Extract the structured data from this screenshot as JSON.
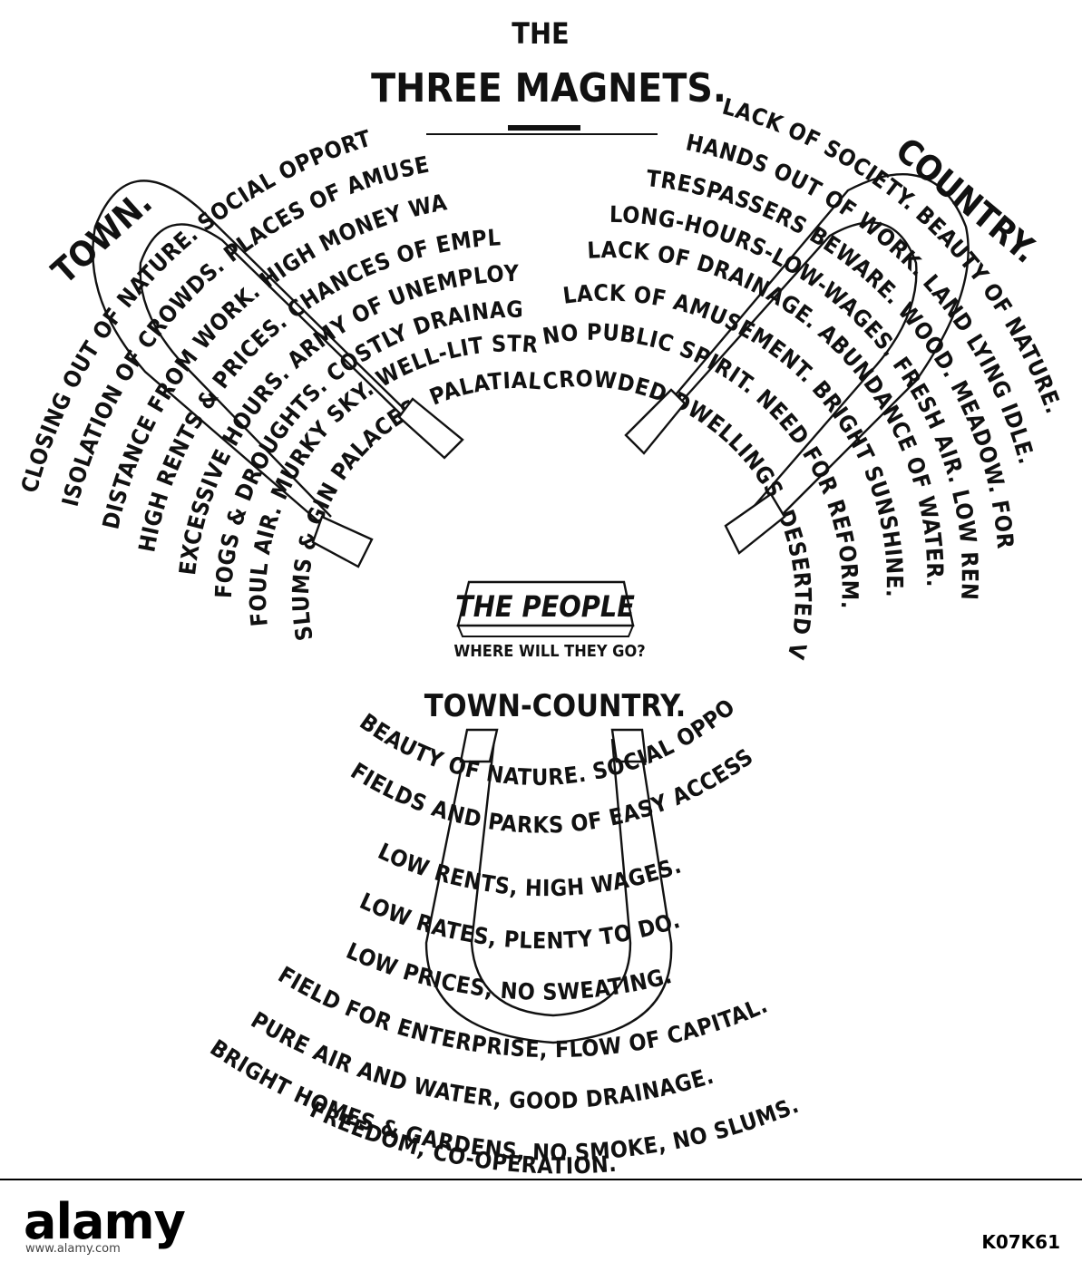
{
  "diagram": {
    "title_the": "THE",
    "title_main": "THREE MAGNETS.",
    "people_label": "THE PEOPLE",
    "people_question": "WHERE WILL THEY GO?",
    "town": {
      "label": "TOWN.",
      "lines": [
        "CLOSING OUT OF NATURE. SOCIAL OPPORTUNITY,",
        "ISOLATION OF CROWDS. PLACES OF AMUSEMENT.",
        "DISTANCE FROM WORK. HIGH MONEY WAGES",
        "HIGH RENTS & PRICES. CHANCES OF EMPLOYMENT",
        "EXCESSIVE HOURS. ARMY OF UNEMPLOYED.",
        "FOGS & DROUGHTS. COSTLY DRAINAGE.",
        "FOUL AIR. MURKY SKY. WELL-LIT STREETS.",
        "SLUMS & GIN PALACES. PALATIAL EDIFICES."
      ]
    },
    "country": {
      "label": "COUNTRY.",
      "lines": [
        "LACK OF SOCIETY. BEAUTY OF NATURE.",
        "HANDS OUT OF WORK. LAND LYING IDLE.",
        "TRESPASSERS BEWARE. WOOD. MEADOW. FOREST.",
        "LONG-HOURS-LOW-WAGES. FRESH AIR. LOW RENTS.",
        "LACK OF DRAINAGE. ABUNDANCE OF WATER.",
        "LACK OF AMUSEMENT. BRIGHT SUNSHINE.",
        "NO PUBLIC SPIRIT. NEED FOR REFORM.",
        "CROWDED DWELLINGS. DESERTED VILLAGES."
      ]
    },
    "town_country": {
      "label": "TOWN-COUNTRY.",
      "lines": [
        "BEAUTY OF NATURE. SOCIAL OPPORTUNITY.",
        "FIELDS AND PARKS OF EASY ACCESS.",
        "LOW RENTS, HIGH WAGES.",
        "LOW RATES, PLENTY TO DO.",
        "LOW PRICES, NO SWEATING.",
        "FIELD FOR ENTERPRISE, FLOW OF CAPITAL.",
        "PURE AIR AND WATER, GOOD DRAINAGE.",
        "BRIGHT HOMES & GARDENS, NO SMOKE, NO SLUMS.",
        "FREEDOM, CO-OPERATION."
      ]
    }
  },
  "footer": {
    "logo": "alamy",
    "caption": "Image ID: K07K61\nwww.alamy.com",
    "image_id": "K07K61",
    "website": "www.alamy.com"
  }
}
